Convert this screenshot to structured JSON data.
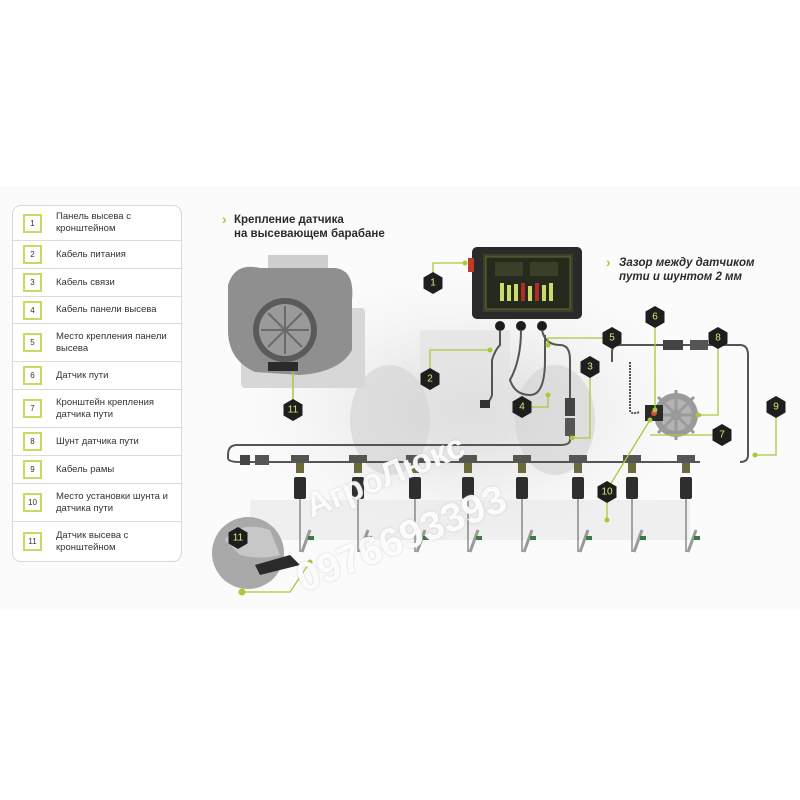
{
  "legend": {
    "items": [
      {
        "num": "1",
        "label": "Панель высева с кронштейном"
      },
      {
        "num": "2",
        "label": "Кабель питания"
      },
      {
        "num": "3",
        "label": "Кабель связи"
      },
      {
        "num": "4",
        "label": "Кабель панели высева"
      },
      {
        "num": "5",
        "label": "Место крепления панели высева"
      },
      {
        "num": "6",
        "label": "Датчик пути"
      },
      {
        "num": "7",
        "label": "Кронштейн крепления датчика пути"
      },
      {
        "num": "8",
        "label": "Шунт датчика пути"
      },
      {
        "num": "9",
        "label": "Кабель рамы"
      },
      {
        "num": "10",
        "label": "Место установки шунта и датчика пути"
      },
      {
        "num": "11",
        "label": "Датчик высева с кронштейном"
      }
    ]
  },
  "headings": {
    "drum_sensor": {
      "line1": "Крепление датчика",
      "line2": "на высевающем барабане"
    },
    "gap": {
      "line1": "Зазор между датчиком",
      "line2": "пути и шунтом 2 мм"
    }
  },
  "callouts": [
    "1",
    "2",
    "3",
    "4",
    "5",
    "6",
    "7",
    "8",
    "9",
    "10",
    "11"
  ],
  "watermark": {
    "brand": "АгроЛюкс",
    "phone": "0976693393"
  },
  "colors": {
    "accent": "#a6c93a",
    "badge_bg": "#1e1e1e",
    "badge_text": "#d4ea7a",
    "cable": "#555555",
    "legend_border": "#c5dc63"
  },
  "row_units": 8
}
